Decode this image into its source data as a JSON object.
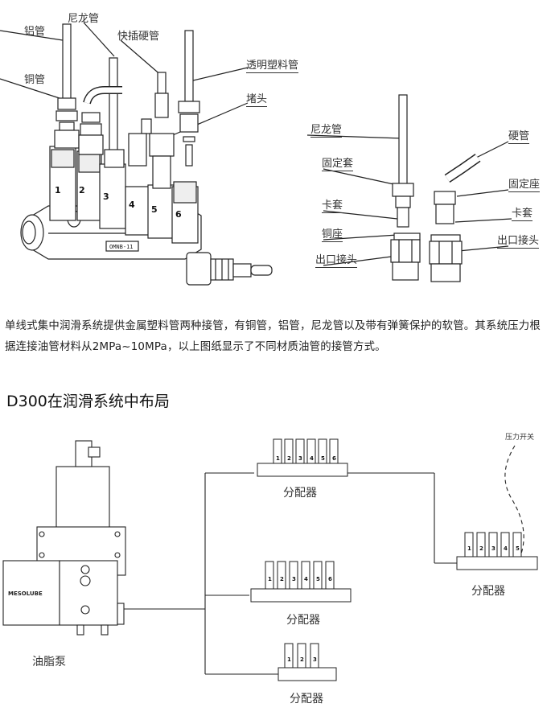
{
  "fig1": {
    "labels": {
      "aluminum_tube": "铝管",
      "copper_tube": "铜管",
      "nylon_tube": "尼龙管",
      "quick_insert_hard_tube": "快插硬管",
      "transparent_plastic_tube": "透明塑料管",
      "plug": "堵头"
    },
    "port_numbers": [
      "1",
      "2",
      "3",
      "4",
      "5",
      "6"
    ],
    "block_marking": "OMNB-11"
  },
  "fig2": {
    "labels": {
      "nylon_tube": "尼龙管",
      "hard_tube": "硬管",
      "fixing_sleeve": "固定套",
      "fixing_seat": "固定座",
      "ferrule_left": "卡套",
      "ferrule_right": "卡套",
      "copper_seat": "铜座",
      "outlet_joint_left": "出口接头",
      "outlet_joint_right": "出口接头"
    }
  },
  "description": "单线式集中润滑系统提供金属塑料管两种接管，有铜管，铝管，尼龙管以及带有弹簧保护的软管。其系统压力根据连接油管材料从2MPa~10MPa，以上图纸显示了不同材质油管的接管方式。",
  "section_title": "D300在润滑系统中布局",
  "layout_diagram": {
    "pump_label": "油脂泵",
    "pump_brand": "MESOLUBE",
    "distributor_label": "分配器",
    "pressure_switch_label": "压力开关",
    "distributor_top_ports": [
      "1",
      "2",
      "3",
      "4",
      "5",
      "6"
    ],
    "distributor_mid_ports": [
      "1",
      "2",
      "3",
      "4",
      "5",
      "6"
    ],
    "distributor_bottom_ports": [
      "1",
      "2",
      "3"
    ],
    "distributor_right_ports": [
      "1",
      "2",
      "3",
      "4",
      "5"
    ]
  }
}
